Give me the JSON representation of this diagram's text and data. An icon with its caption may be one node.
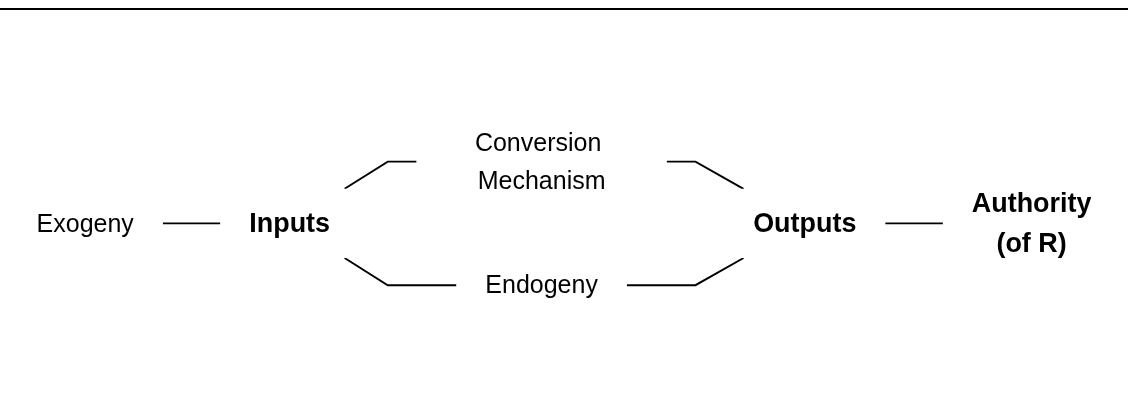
{
  "diagram": {
    "nodes": [
      {
        "text": [
          "Exogeny"
        ]
      },
      {
        "text": [
          "Inputs"
        ]
      },
      {
        "text": [
          "Conversion Mechanism"
        ]
      },
      {
        "text": [
          "Outputs"
        ]
      },
      {
        "text": [
          "Authority",
          "(of R)"
        ]
      },
      {
        "text": [
          "Endogeny"
        ]
      }
    ],
    "edges": [
      {
        "from": 0,
        "to": 1,
        "arrow": "none"
      },
      {
        "from": 1,
        "to": 2,
        "arrow": "none"
      },
      {
        "from": 2,
        "to": 3,
        "arrow": "none"
      },
      {
        "from": 3,
        "to": 4,
        "arrow": "none"
      },
      {
        "from": 1,
        "to": 5,
        "arrow": "none"
      },
      {
        "from": 5,
        "to": 3,
        "arrow": "none"
      }
    ]
  }
}
